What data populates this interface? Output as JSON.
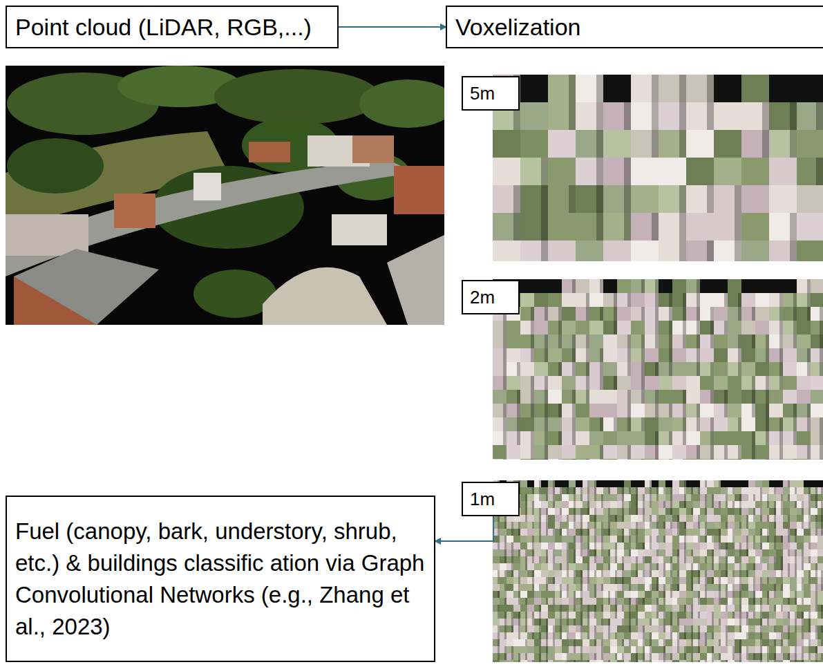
{
  "diagram": {
    "nodes": [
      {
        "text": [
          "Point cloud (LiDAR, RGB,...)"
        ]
      },
      {
        "text": [
          "Voxelization"
        ]
      },
      {
        "text": [
          "5m"
        ]
      },
      {
        "text": [
          "2m"
        ]
      },
      {
        "text": [
          "1m"
        ]
      },
      {
        "text": [
          "Fuel (canopy, bark, understory, shrub, etc.) & buildings classific ation via Graph Convolutional Networks (e.g., Zhang et al., 2023)"
        ]
      }
    ],
    "edges": [
      {
        "from": 0,
        "to": 1,
        "arrow": "to"
      },
      {
        "from": 4,
        "to": 5,
        "arrow": "to"
      }
    ]
  }
}
